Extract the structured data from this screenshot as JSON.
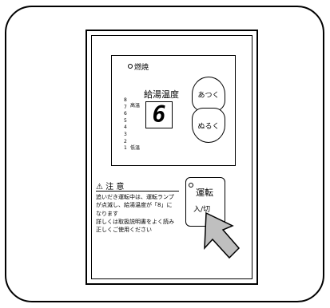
{
  "panel": {
    "burn_label": "燃焼",
    "temp_title": "給湯温度",
    "display_digit": "6",
    "scale": [
      "8",
      "7",
      "6",
      "5",
      "4",
      "3",
      "2",
      "1"
    ],
    "scale_high": "高温",
    "scale_low": "低温",
    "up_button": "あつく",
    "down_button": "ぬるく",
    "caution_title": "⚠ 注 意",
    "caution_lines": [
      "追いだき運転中は、運転ランプ",
      "が点滅し、給湯温度が「8」に",
      "なります",
      "詳しくは取扱説明書をよく読み",
      "正しくご使用ください"
    ],
    "run_label": "運転",
    "run_sublabel": "入/切"
  },
  "colors": {
    "line": "#000000",
    "arrow_fill": "#bfbfbf"
  }
}
